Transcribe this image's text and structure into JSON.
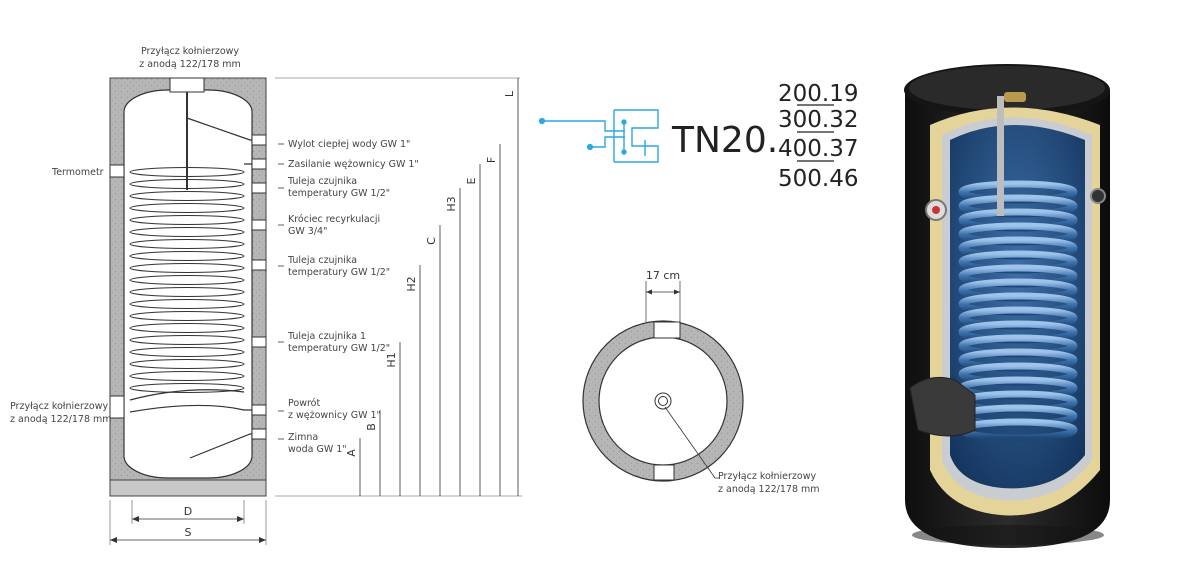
{
  "labels": {
    "top_flange": [
      "Przyłącz kołnierzowy",
      "z anodą 122/178 mm"
    ],
    "thermometer": "Termometr",
    "side_flange": [
      "Przyłącz kołnierzowy",
      "z anodą 122/178 mm"
    ],
    "ports": [
      [
        "Wylot ciepłej wody GW 1\""
      ],
      [
        "Zasilanie wężownicy GW 1\""
      ],
      [
        "Tuleja czujnika",
        "temperatury GW 1/2\""
      ],
      [
        "Króciec recyrkulacji",
        "GW 3/4\""
      ],
      [
        "Tuleja czujnika",
        "temperatury GW 1/2\""
      ],
      [
        "Tuleja czujnika 1",
        "temperatury GW 1/2\""
      ],
      [
        "Powrót",
        "z wężownicy GW 1\""
      ],
      [
        "Zimna",
        "woda GW 1\""
      ]
    ],
    "dims_vertical": [
      "A",
      "B",
      "H1",
      "H2",
      "C",
      "H3",
      "E",
      "F",
      "L"
    ],
    "dims_horizontal": [
      "D",
      "S"
    ],
    "section_dim": "17 cm",
    "section_flange": [
      "Przyłącz kołnierzowy",
      "z anodą 122/178 mm"
    ]
  },
  "model": {
    "prefix": "TN20.",
    "variants": [
      "200.19",
      "300.32",
      "400.37",
      "500.46"
    ]
  },
  "colors": {
    "insulation": "#b4b4b4",
    "line": "#333333",
    "logo": "#2aa9e0",
    "tank_black": "#1f1f1f",
    "tank_inner": "#1c4f86",
    "foam": "#e4d49a"
  },
  "icons": {
    "logo": "circuit-logo-icon",
    "tank": "tank-cutaway-icon"
  }
}
